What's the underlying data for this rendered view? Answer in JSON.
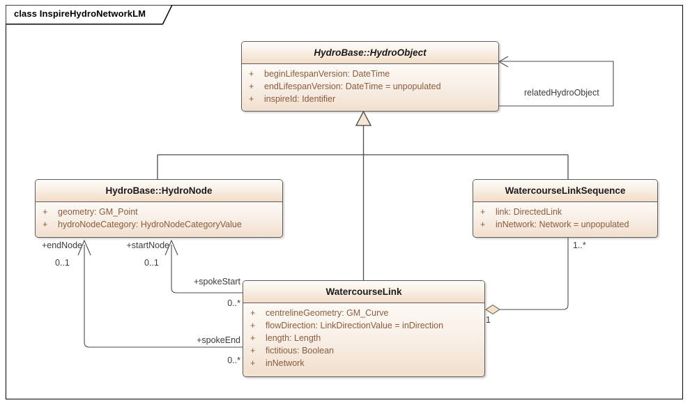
{
  "diagram": {
    "frame_label": "class InspireHydroNetworkLM",
    "type": "uml-class-diagram",
    "colors": {
      "class_fill_top": "#fdfaf6",
      "class_fill_bottom": "#f3e3d3",
      "class_border": "#5b5b5b",
      "attribute_text": "#8a5b3c",
      "header_text": "#1a1a1a",
      "connector": "#4a4a4a",
      "frame_border": "#000000",
      "diagram_background": "#ffffff"
    }
  },
  "classes": [
    {
      "id": "hydroobject",
      "name": "HydroBase::HydroObject",
      "abstract": true,
      "attributes": [
        {
          "visibility": "+",
          "text": "beginLifespanVersion: DateTime"
        },
        {
          "visibility": "+",
          "text": "endLifespanVersion: DateTime = unpopulated"
        },
        {
          "visibility": "+",
          "text": "inspireId: Identifier"
        }
      ]
    },
    {
      "id": "hydronode",
      "name": "HydroBase::HydroNode",
      "abstract": false,
      "attributes": [
        {
          "visibility": "+",
          "text": "geometry: GM_Point"
        },
        {
          "visibility": "+",
          "text": "hydroNodeCategory: HydroNodeCategoryValue"
        }
      ]
    },
    {
      "id": "linksequence",
      "name": "WatercourseLinkSequence",
      "abstract": false,
      "attributes": [
        {
          "visibility": "+",
          "text": "link: DirectedLink"
        },
        {
          "visibility": "+",
          "text": "inNetwork: Network = unpopulated"
        }
      ]
    },
    {
      "id": "watercourselink",
      "name": "WatercourseLink",
      "abstract": false,
      "attributes": [
        {
          "visibility": "+",
          "text": "centrelineGeometry: GM_Curve"
        },
        {
          "visibility": "+",
          "text": "flowDirection: LinkDirectionValue = inDirection"
        },
        {
          "visibility": "+",
          "text": "length: Length"
        },
        {
          "visibility": "+",
          "text": "fictitious: Boolean"
        },
        {
          "visibility": "+",
          "text": "inNetwork"
        }
      ]
    }
  ],
  "relationships": [
    {
      "id": "gen-hydronode",
      "kind": "generalization",
      "from": "HydroBase::HydroNode",
      "to": "HydroBase::HydroObject"
    },
    {
      "id": "gen-linksequence",
      "kind": "generalization",
      "from": "WatercourseLinkSequence",
      "to": "HydroBase::HydroObject"
    },
    {
      "id": "gen-watercourselink",
      "kind": "generalization",
      "from": "WatercourseLink",
      "to": "HydroBase::HydroObject"
    },
    {
      "id": "self-related",
      "kind": "association",
      "from": "HydroBase::HydroObject",
      "to": "HydroBase::HydroObject",
      "role_label": "relatedHydroObject"
    },
    {
      "id": "assoc-endnode",
      "kind": "association",
      "from": "WatercourseLink",
      "to": "HydroBase::HydroNode",
      "target_role": "+endNode",
      "target_multiplicity": "0..1",
      "source_role": "+spokeEnd",
      "source_multiplicity": "0..*"
    },
    {
      "id": "assoc-startnode",
      "kind": "association",
      "from": "WatercourseLink",
      "to": "HydroBase::HydroNode",
      "target_role": "+startNode",
      "target_multiplicity": "0..1",
      "source_role": "+spokeStart",
      "source_multiplicity": "0..*"
    },
    {
      "id": "aggregation-linksequence",
      "kind": "aggregation",
      "from": "WatercourseLinkSequence",
      "to": "WatercourseLink",
      "whole_multiplicity": "1..*",
      "part_multiplicity": "1"
    }
  ],
  "labels": {
    "related_hydro_object": "relatedHydroObject",
    "end_node_role": "+endNode",
    "end_node_mult": "0..1",
    "start_node_role": "+startNode",
    "start_node_mult": "0..1",
    "spoke_start_role": "+spokeStart",
    "spoke_start_mult": "0..*",
    "spoke_end_role": "+spokeEnd",
    "spoke_end_mult": "0..*",
    "sequence_mult": "1..*",
    "link_mult": "1"
  }
}
